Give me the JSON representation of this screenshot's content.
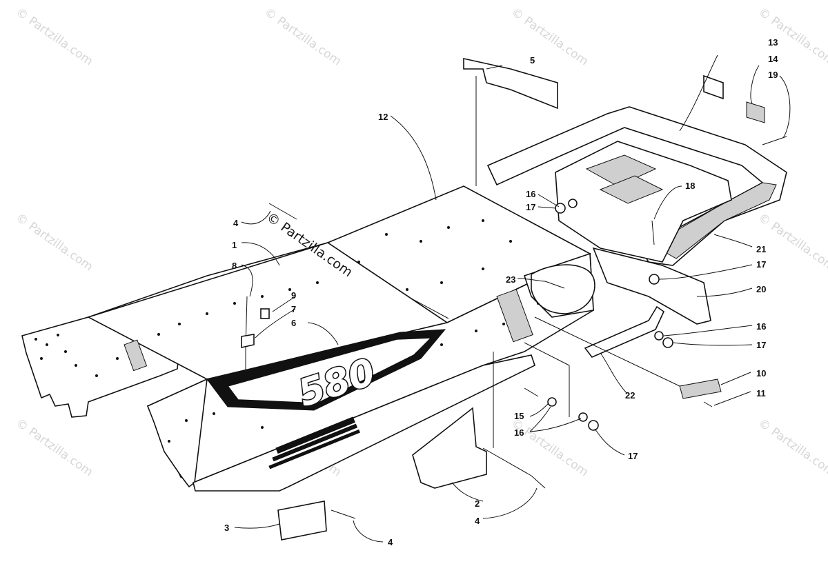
{
  "watermark": {
    "text": "© Partzilla.com",
    "color": "#d6d6d6"
  },
  "decal_logo": "580",
  "callouts": [
    {
      "id": "c1",
      "label": "1"
    },
    {
      "id": "c2",
      "label": "2"
    },
    {
      "id": "c3",
      "label": "3"
    },
    {
      "id": "c4a",
      "label": "4"
    },
    {
      "id": "c4b",
      "label": "4"
    },
    {
      "id": "c4c",
      "label": "4"
    },
    {
      "id": "c5",
      "label": "5"
    },
    {
      "id": "c6",
      "label": "6"
    },
    {
      "id": "c7",
      "label": "7"
    },
    {
      "id": "c8",
      "label": "8"
    },
    {
      "id": "c9",
      "label": "9"
    },
    {
      "id": "c10",
      "label": "10"
    },
    {
      "id": "c11",
      "label": "11"
    },
    {
      "id": "c12",
      "label": "12"
    },
    {
      "id": "c13",
      "label": "13"
    },
    {
      "id": "c14",
      "label": "14"
    },
    {
      "id": "c15",
      "label": "15"
    },
    {
      "id": "c16a",
      "label": "16"
    },
    {
      "id": "c16b",
      "label": "16"
    },
    {
      "id": "c16c",
      "label": "16"
    },
    {
      "id": "c17a",
      "label": "17"
    },
    {
      "id": "c17b",
      "label": "17"
    },
    {
      "id": "c17c",
      "label": "17"
    },
    {
      "id": "c17d",
      "label": "17"
    },
    {
      "id": "c18",
      "label": "18"
    },
    {
      "id": "c19",
      "label": "19"
    },
    {
      "id": "c20",
      "label": "20"
    },
    {
      "id": "c21",
      "label": "21"
    },
    {
      "id": "c22",
      "label": "22"
    },
    {
      "id": "c23",
      "label": "23"
    }
  ]
}
